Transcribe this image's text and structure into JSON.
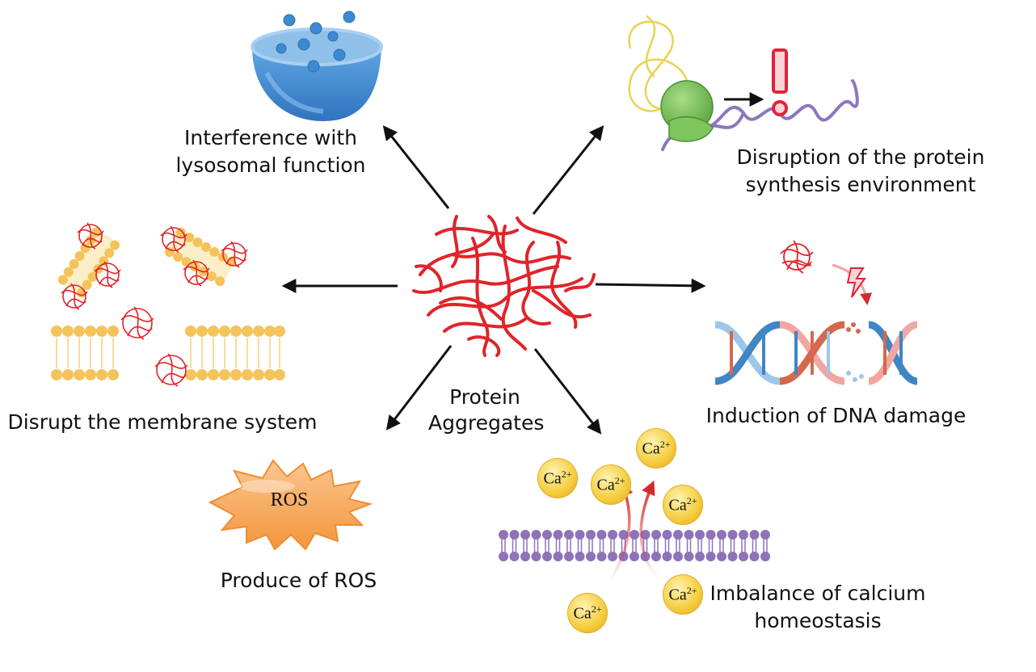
{
  "center": {
    "label_line1": "Protein",
    "label_line2": "Aggregates"
  },
  "effects": [
    {
      "id": "lysosome",
      "line1": "Interference with",
      "line2": "lysosomal function",
      "direction": "up-left"
    },
    {
      "id": "protein-synthesis",
      "line1": "Disruption of the protein",
      "line2": "synthesis environment",
      "direction": "up-right"
    },
    {
      "id": "membrane",
      "line1": "Disrupt the membrane system",
      "line2": "",
      "direction": "left"
    },
    {
      "id": "dna",
      "line1": "Induction of DNA damage",
      "line2": "",
      "direction": "right"
    },
    {
      "id": "ros",
      "line1": "Produce of ROS",
      "line2": "",
      "direction": "down-left"
    },
    {
      "id": "calcium",
      "line1": "Imbalance of calcium",
      "line2": "homeostasis",
      "direction": "down-right"
    }
  ],
  "ros_badge": "ROS",
  "calcium_ion": {
    "symbol": "Ca",
    "charge": "2+"
  },
  "colors": {
    "aggregate_red": "#e0242a",
    "lysosome_blue": "#4a93d6",
    "ribosome_green": "#78c35a",
    "mrna_purple": "#8c78bd",
    "alert_red": "#e0243a",
    "lipid_yellow": "#f6c65a",
    "ros_orange": "#f6a552",
    "calcium_gold": "#f2c232",
    "membrane_purple": "#8e73b8",
    "dna_blue": "#3f86c4",
    "dna_orange": "#d4694d",
    "arrow_black": "#111111"
  }
}
